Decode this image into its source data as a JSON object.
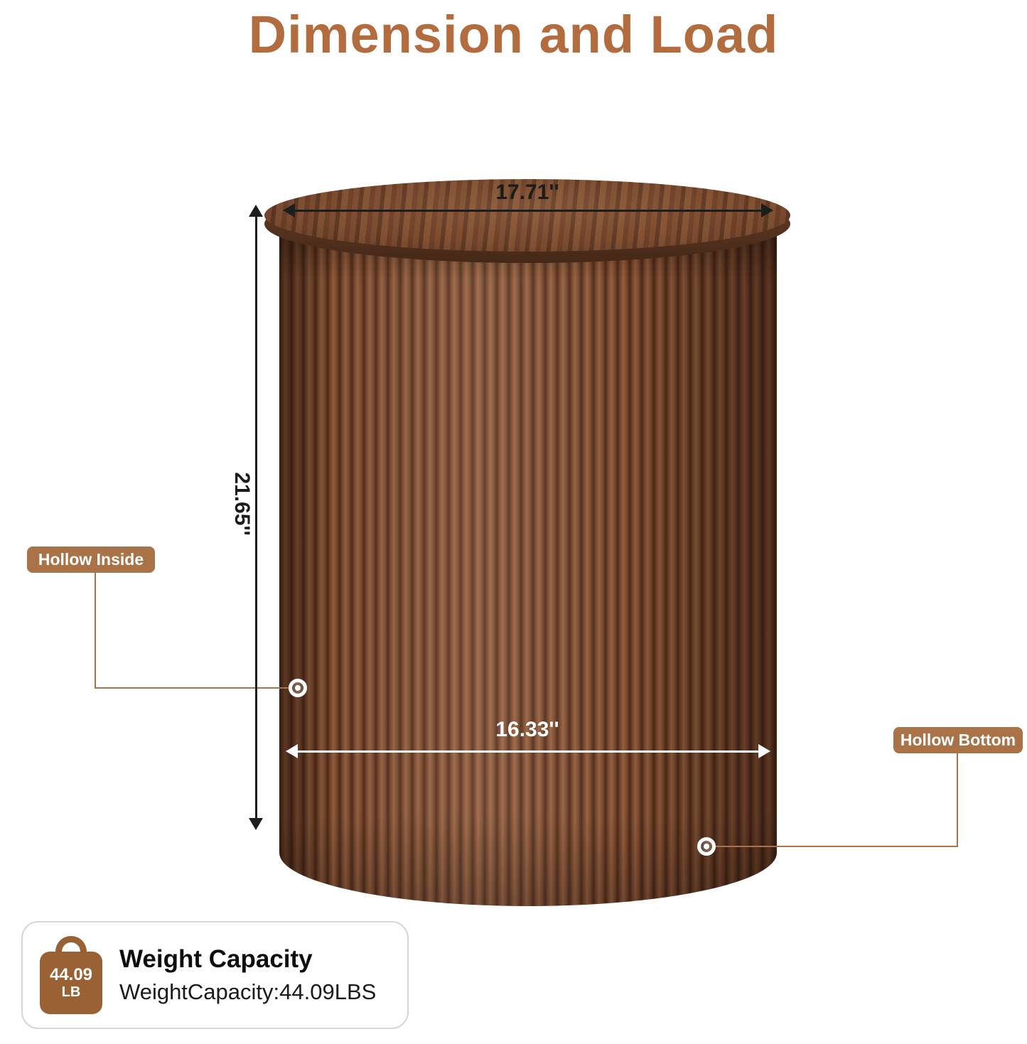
{
  "title": "Dimension and Load",
  "colors": {
    "accent_brown": "#b26c3e",
    "callout_bg": "#aa7347",
    "wood_mid": "#7c4a2f",
    "wood_dark": "#4f2d1b",
    "icon_brown": "#9a6134"
  },
  "dimensions": {
    "top_width": "17.71''",
    "height": "21.65''",
    "bottom_width": "16.33''"
  },
  "callouts": {
    "hollow_inside": "Hollow Inside",
    "hollow_bottom": "Hollow Bottom"
  },
  "capacity": {
    "icon_value": "44.09",
    "icon_unit": "LB",
    "title": "Weight Capacity",
    "subtitle": "WeightCapacity:44.09LBS"
  }
}
